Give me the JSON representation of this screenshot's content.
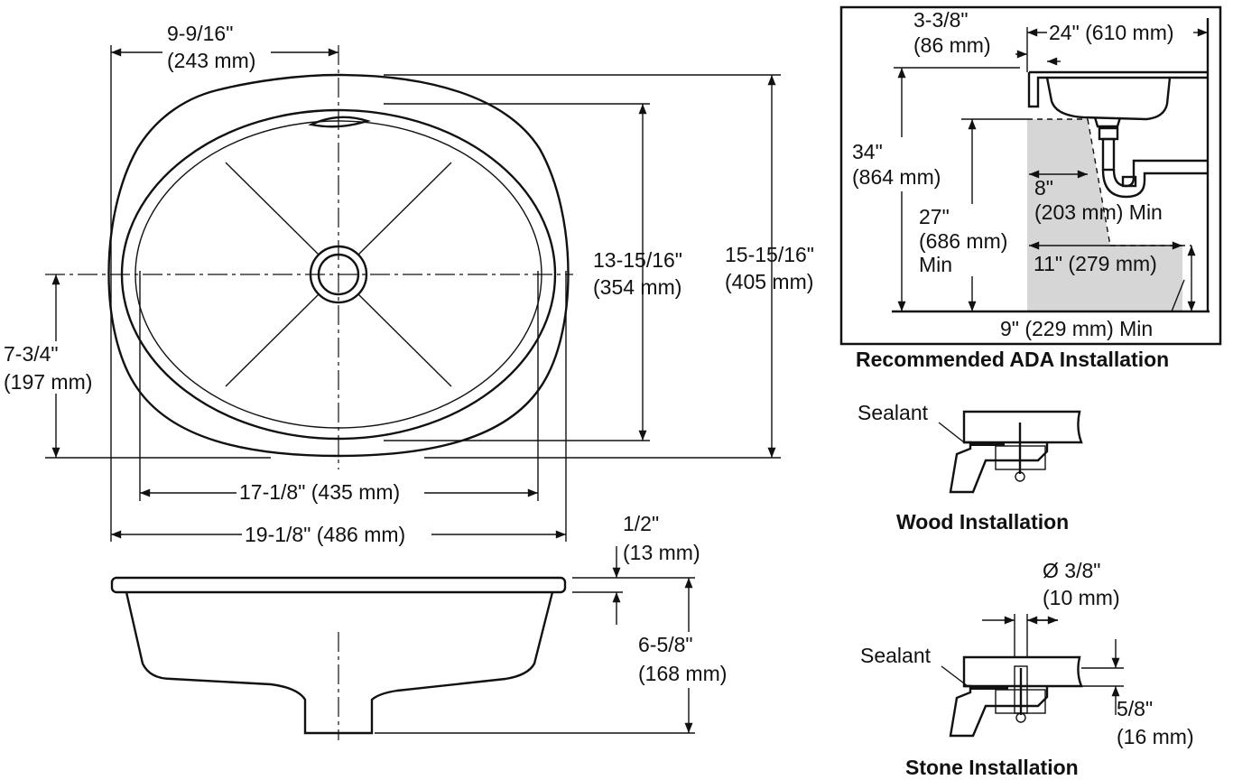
{
  "plan": {
    "d_offset_1": "9-9/16\"",
    "d_offset_2": "(243 mm)",
    "d_bowl_len_1": "13-15/16\"",
    "d_bowl_len_2": "(354 mm)",
    "d_overall_len_1": "15-15/16\"",
    "d_overall_len_2": "(405 mm)",
    "d_center_1": "7-3/4\"",
    "d_center_2": "(197 mm)",
    "d_bowl_width": "17-1/8\" (435 mm)",
    "d_overall_width": "19-1/8\" (486 mm)"
  },
  "profile": {
    "d_rim_1": "1/2\"",
    "d_rim_2": "(13 mm)",
    "d_depth_1": "6-5/8\"",
    "d_depth_2": "(168 mm)"
  },
  "ada": {
    "caption": "Recommended ADA Installation",
    "d_setback_1": "3-3/8\"",
    "d_setback_2": "(86 mm)",
    "d_depth": "24\" (610 mm)",
    "d_height_1": "34\"",
    "d_height_2": "(864 mm)",
    "d_knee_1": "27\"",
    "d_knee_2": "(686 mm)",
    "d_knee_3": "Min",
    "d_knee_depth_1": "8\"",
    "d_knee_depth_2": "(203 mm) Min",
    "d_toe_depth": "11\" (279 mm)",
    "d_toe_height": "9\" (229 mm) Min"
  },
  "wood": {
    "caption": "Wood Installation",
    "sealant": "Sealant"
  },
  "stone": {
    "caption": "Stone Installation",
    "sealant": "Sealant",
    "d_hole_1": "Ø 3/8\"",
    "d_hole_2": "(10 mm)",
    "d_thick_1": "5/8\"",
    "d_thick_2": "(16 mm)"
  }
}
